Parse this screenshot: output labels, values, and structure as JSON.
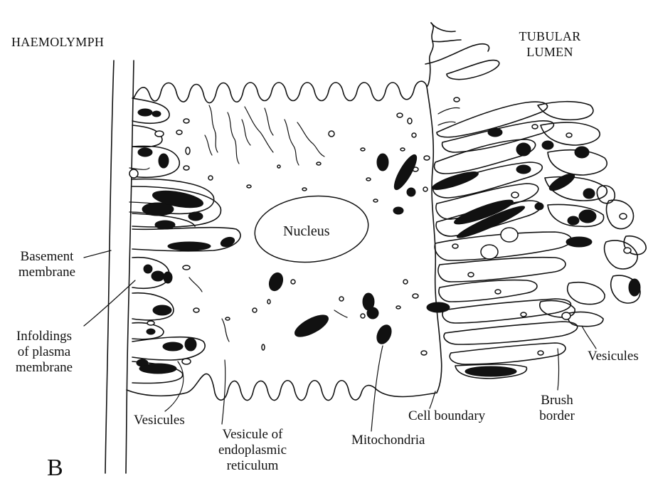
{
  "figure": {
    "panel_letter": "B",
    "labels": {
      "haemolymph": "HAEMOLYMPH",
      "tubular_lumen": [
        "TUBULAR",
        "LUMEN"
      ],
      "nucleus": "Nucleus",
      "basement_membrane": [
        "Basement",
        "membrane"
      ],
      "infoldings": [
        "Infoldings",
        "of plasma",
        "membrane"
      ],
      "vesicules_left": "Vesicules",
      "vesicule_er": [
        "Vesicule of",
        "endoplasmic",
        "reticulum"
      ],
      "mitochondria": "Mitochondria",
      "cell_boundary": "Cell boundary",
      "brush_border": [
        "Brush",
        "border"
      ],
      "vesicules_right": "Vesicules"
    }
  }
}
